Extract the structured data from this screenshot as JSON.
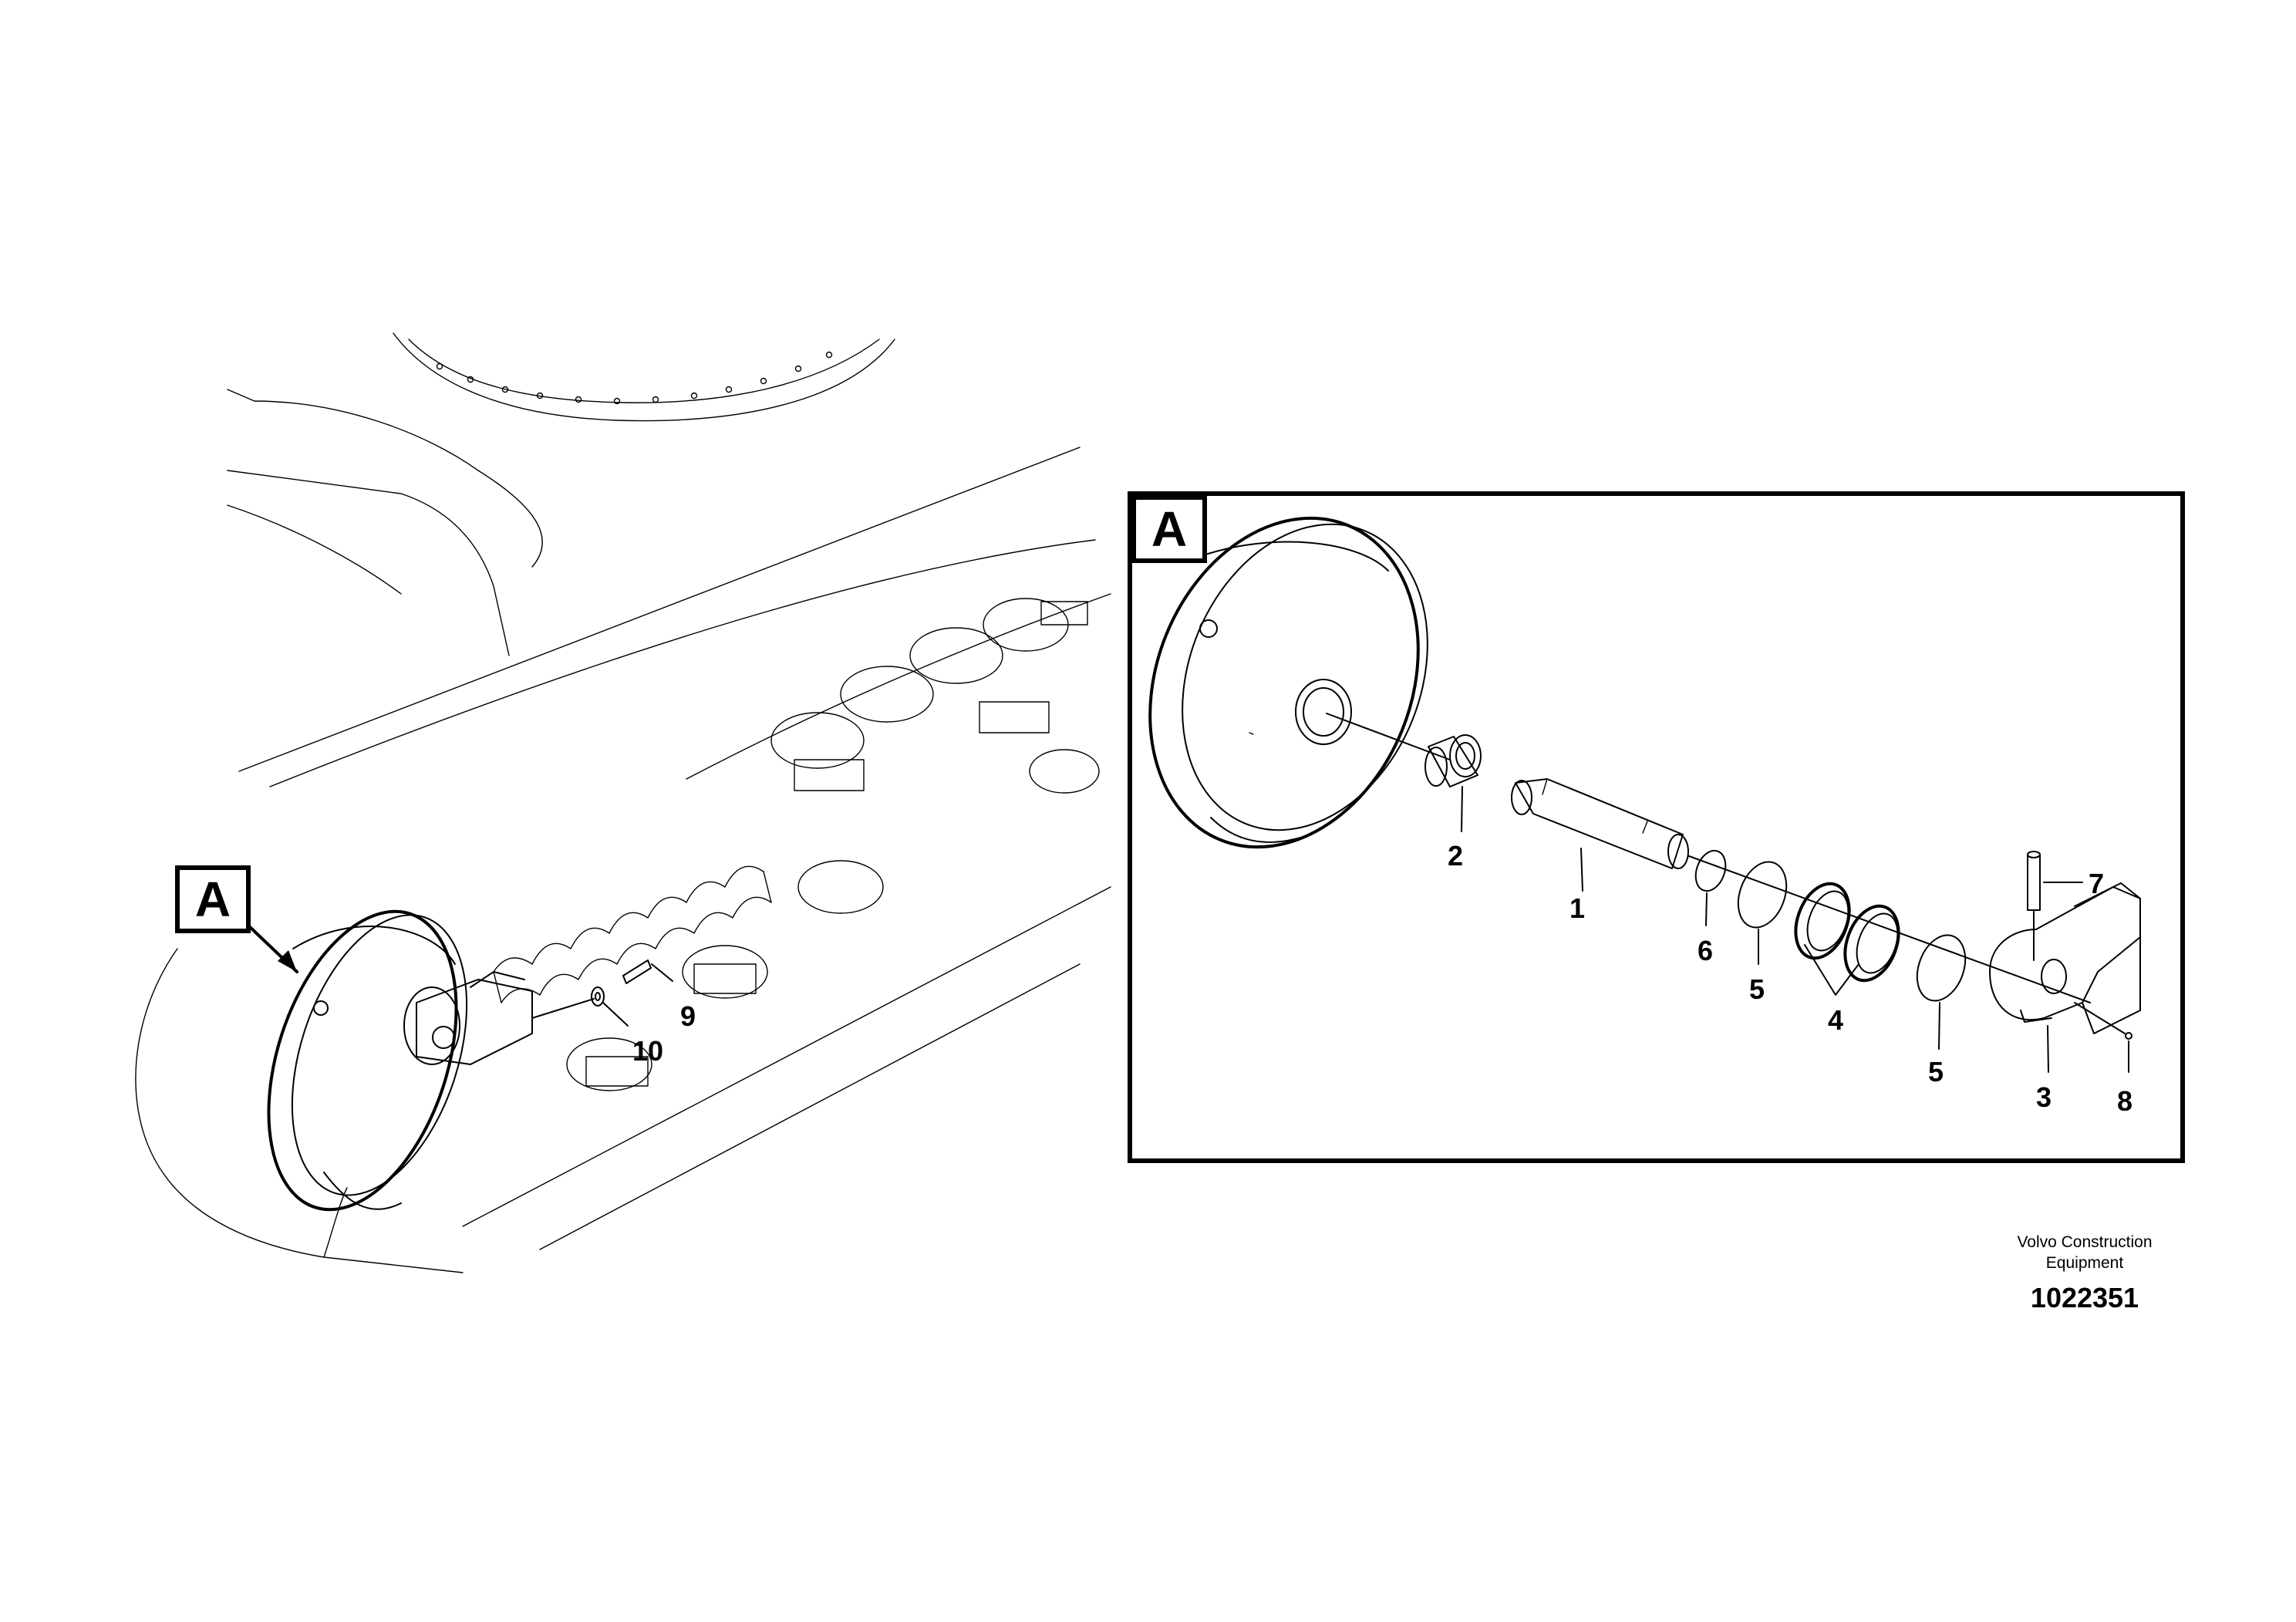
{
  "callouts": {
    "overview": "A",
    "detail": "A"
  },
  "parts": {
    "p1": "1",
    "p2": "2",
    "p3": "3",
    "p4": "4",
    "p5a": "5",
    "p5b": "5",
    "p6": "6",
    "p7": "7",
    "p8": "8",
    "p9": "9",
    "p10": "10"
  },
  "footer": {
    "company_line1": "Volvo Construction",
    "company_line2": "Equipment",
    "drawing_number": "1022351"
  }
}
